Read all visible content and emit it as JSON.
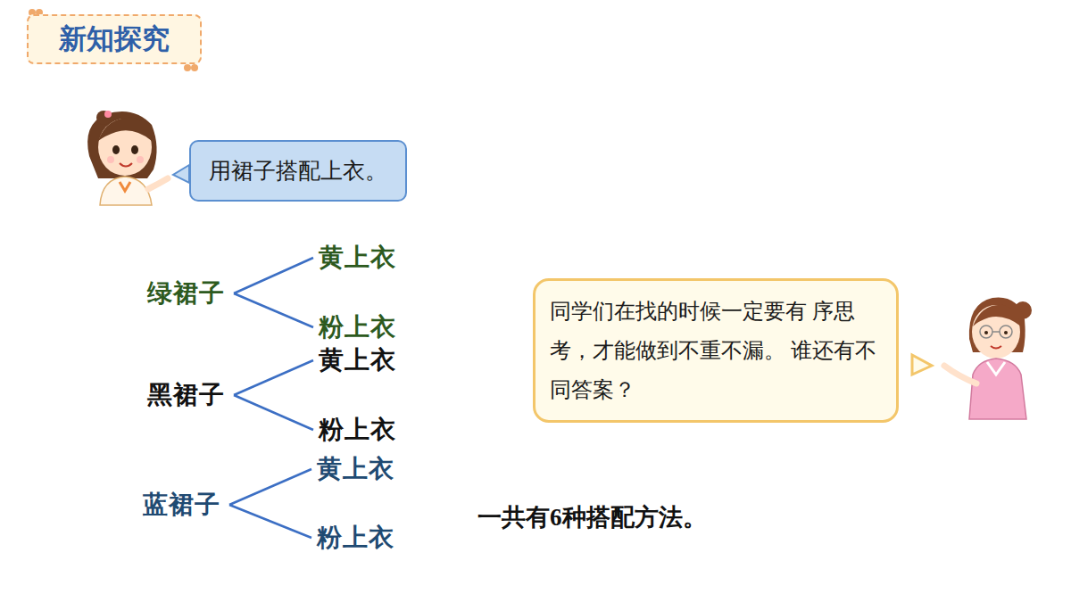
{
  "diagram": {
    "title": "新知探究",
    "nodes": [
      {
        "text": [
          "用裙子搭配上衣。"
        ]
      },
      {
        "text": [
          "绿裙子"
        ]
      },
      {
        "text": [
          "黄上衣"
        ]
      },
      {
        "text": [
          "粉上衣"
        ]
      },
      {
        "text": [
          "黑裙子"
        ]
      },
      {
        "text": [
          "黄上衣"
        ]
      },
      {
        "text": [
          "粉上衣"
        ]
      },
      {
        "text": [
          "蓝裙子"
        ]
      },
      {
        "text": [
          "黄上衣"
        ]
      },
      {
        "text": [
          "粉上衣"
        ]
      },
      {
        "text": [
          "同学们在找的时候一定要有 序思考，才能做到不重不漏。 谁还有不同答案？"
        ]
      }
    ],
    "edges": [
      {
        "from": 1,
        "to": 2,
        "arrow": "none"
      },
      {
        "from": 1,
        "to": 3,
        "arrow": "none"
      },
      {
        "from": 4,
        "to": 5,
        "arrow": "none"
      },
      {
        "from": 4,
        "to": 6,
        "arrow": "none"
      },
      {
        "from": 7,
        "to": 8,
        "arrow": "none"
      },
      {
        "from": 7,
        "to": 9,
        "arrow": "none"
      }
    ],
    "labels": [
      "一共有6种搭配方法。"
    ]
  }
}
